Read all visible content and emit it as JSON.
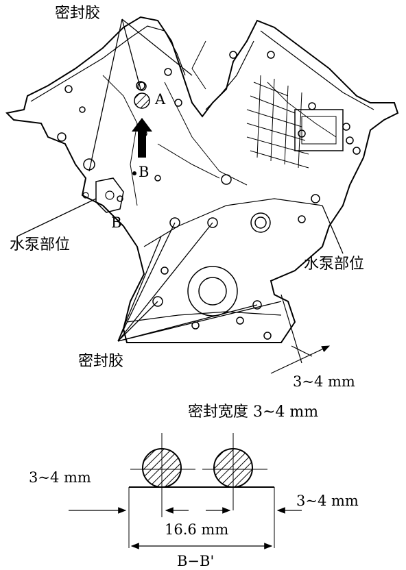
{
  "labels": {
    "sealant_top": "密封胶",
    "point_a": "A",
    "point_b_upper": "B",
    "point_b_lower": "B",
    "water_pump_left": "水泵部位",
    "water_pump_right": "水泵部位",
    "sealant_bottom": "密封胶",
    "dim_right_upper": "3~4 mm",
    "seal_width": "密封宽度 3~4 mm",
    "dim_left": "3~4 mm",
    "dim_right_lower": "3~4 mm",
    "dim_center": "16.6 mm",
    "section": "B−B'"
  },
  "colors": {
    "ink": "#000000",
    "paper": "#ffffff"
  }
}
